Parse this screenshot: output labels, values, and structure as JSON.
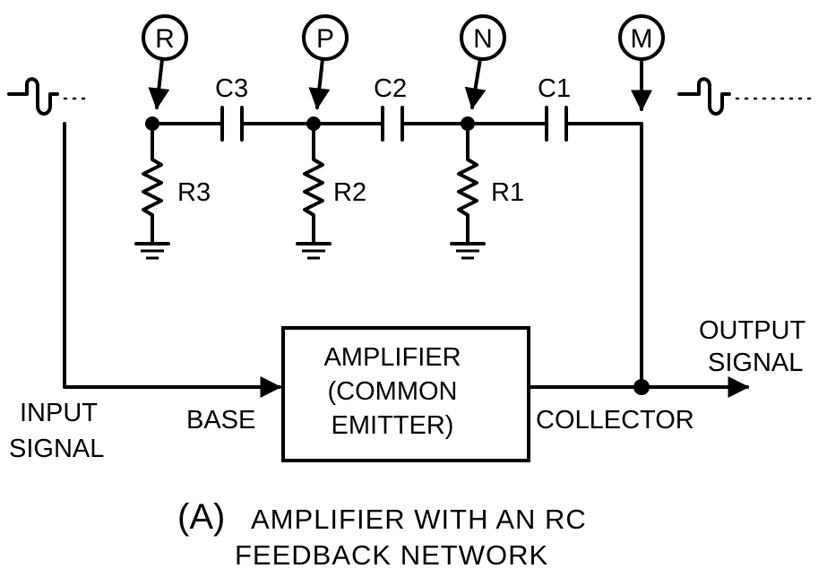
{
  "probes": {
    "r": "R",
    "p": "P",
    "n": "N",
    "m": "M"
  },
  "capacitors": {
    "c3": "C3",
    "c2": "C2",
    "c1": "C1"
  },
  "resistors": {
    "r3": "R3",
    "r2": "R2",
    "r1": "R1"
  },
  "amplifier": {
    "line1": "AMPLIFIER",
    "line2": "(COMMON",
    "line3": "EMITTER)"
  },
  "labels": {
    "input_line1": "INPUT",
    "input_line2": "SIGNAL",
    "output_line1": "OUTPUT",
    "output_line2": "SIGNAL",
    "base": "BASE",
    "collector": "COLLECTOR"
  },
  "caption": {
    "prefix": "(A)",
    "line1": "AMPLIFIER WITH AN RC",
    "line2": "FEEDBACK NETWORK"
  }
}
